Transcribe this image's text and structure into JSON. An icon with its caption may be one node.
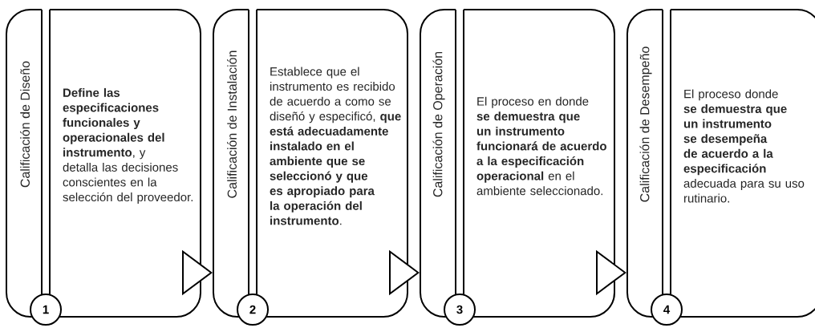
{
  "diagram": {
    "nodes": [
      {
        "text": [
          "Calificación de Diseño",
          "**Define las especificaciones funcionales y operacionales del instrumento**, y detalla las decisiones conscientes en la selección del proveedor."
        ]
      },
      {
        "text": [
          "1"
        ]
      },
      {
        "text": [
          "Calificación de Instalación",
          "Establece que el instrumento es recibido de acuerdo a como se diseñó y especificó, **que está adecuadamente instalado en el ambiente que se seleccionó y que es apropiado para la operación del instrumento**."
        ]
      },
      {
        "text": [
          "2"
        ]
      },
      {
        "text": [
          "Calificación de Operación",
          "El proceso en donde **se demuestra que un instrumento funcionará de acuerdo a la especificación operacional** en el ambiente seleccionado."
        ]
      },
      {
        "text": [
          "3"
        ]
      },
      {
        "text": [
          "Calificación de Desempeño",
          "El proceso donde **se demuestra que un instrumento se desempeña de acuerdo a la especificación** adecuada para su uso rutinario."
        ]
      },
      {
        "text": [
          "4"
        ]
      }
    ],
    "edges": [
      {
        "from": 0,
        "to": 2,
        "arrow": "to"
      },
      {
        "from": 2,
        "to": 4,
        "arrow": "to"
      },
      {
        "from": 4,
        "to": 6,
        "arrow": "to"
      }
    ]
  }
}
